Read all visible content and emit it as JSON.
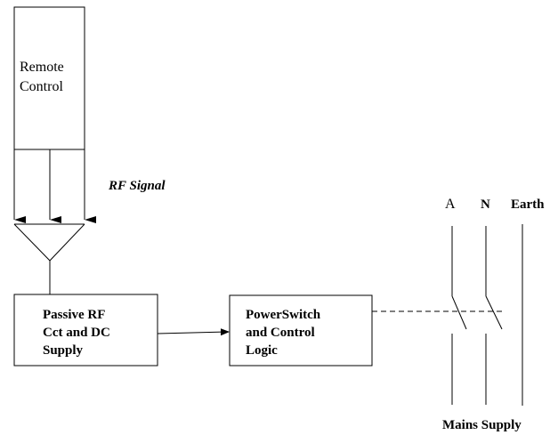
{
  "diagram": {
    "remote_control": {
      "line1": "Remote",
      "line2": "Control"
    },
    "rf_signal": "RF Signal",
    "passive_rf_box": {
      "line1": "Passive RF",
      "line2": "Cct and DC",
      "line3": "Supply"
    },
    "power_switch_box": {
      "line1": "PowerSwitch",
      "line2": "and Control",
      "line3": "Logic"
    },
    "mains": {
      "label_a": "A",
      "label_n": "N",
      "label_earth": "Earth",
      "supply_label": "Mains Supply"
    }
  }
}
